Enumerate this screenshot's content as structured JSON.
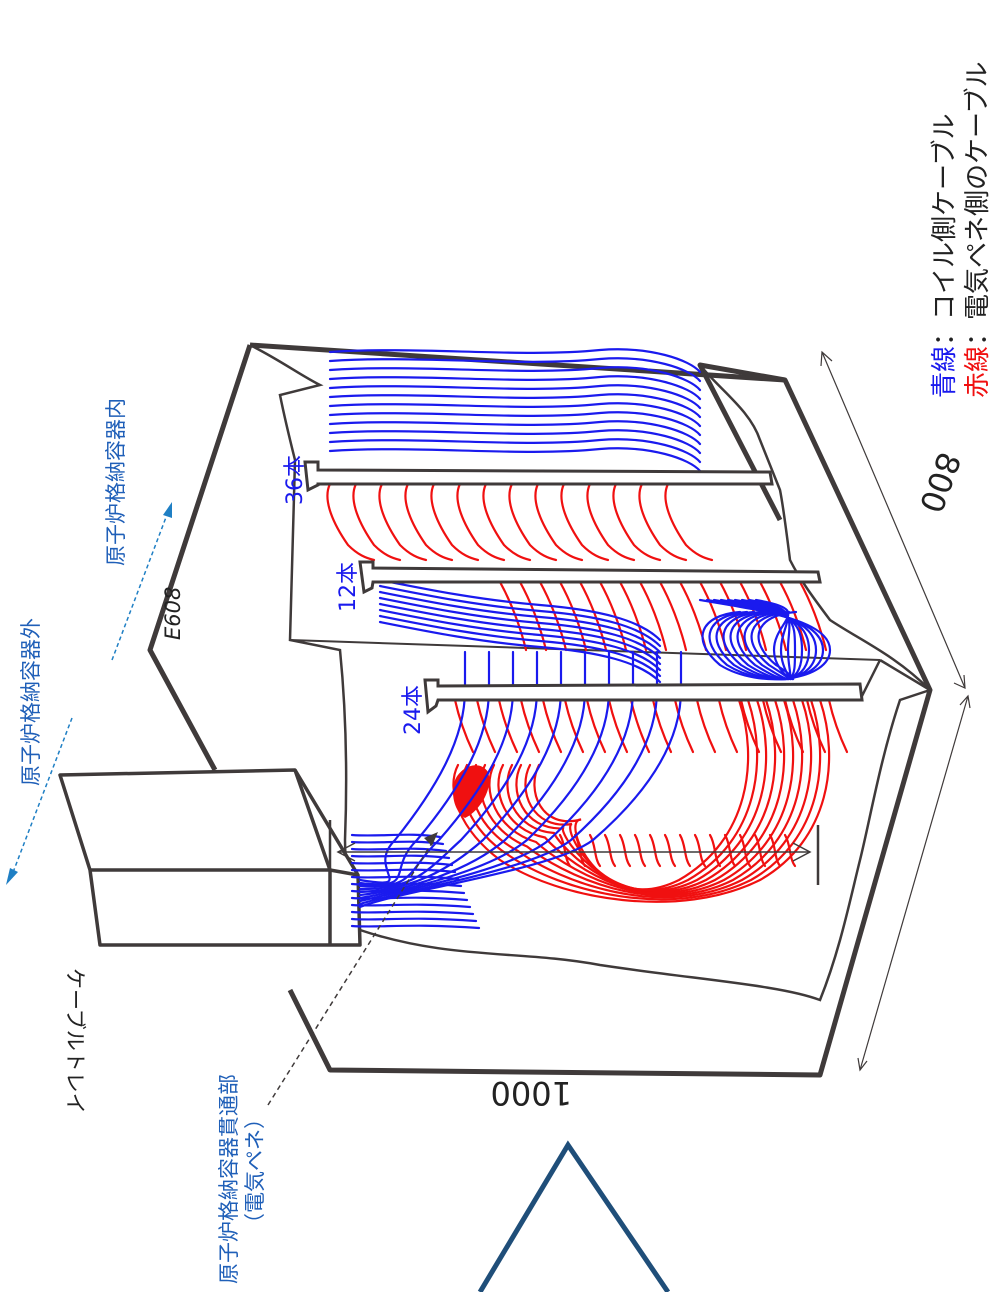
{
  "labels": {
    "outside_containment": "原子炉格納容器外",
    "inside_containment": "原子炉格納容器内",
    "box_id": "E608",
    "cable_tray": "ケーブルトレイ",
    "penetration_line1": "原子炉格納容器貫通部",
    "penetration_line2": "（電気ペネ）",
    "count_36": "36本",
    "count_12": "12本",
    "count_24": "24本",
    "dim_width": "1000",
    "dim_depth": "800"
  },
  "legend": {
    "blue_key": "青線",
    "blue_sep": "：",
    "blue_desc": "コイル側ケーブル",
    "red_key": "赤線",
    "red_sep": "：",
    "red_desc": "電気ペネ側のケーブル"
  },
  "colors": {
    "blue_cable": "#1a1aee",
    "red_cable": "#f01010",
    "label_blue": "#1f5fb8",
    "outline": "#3f3a3a",
    "arrow_blue": "#1f7fc4",
    "logo": "#1f4e79"
  }
}
